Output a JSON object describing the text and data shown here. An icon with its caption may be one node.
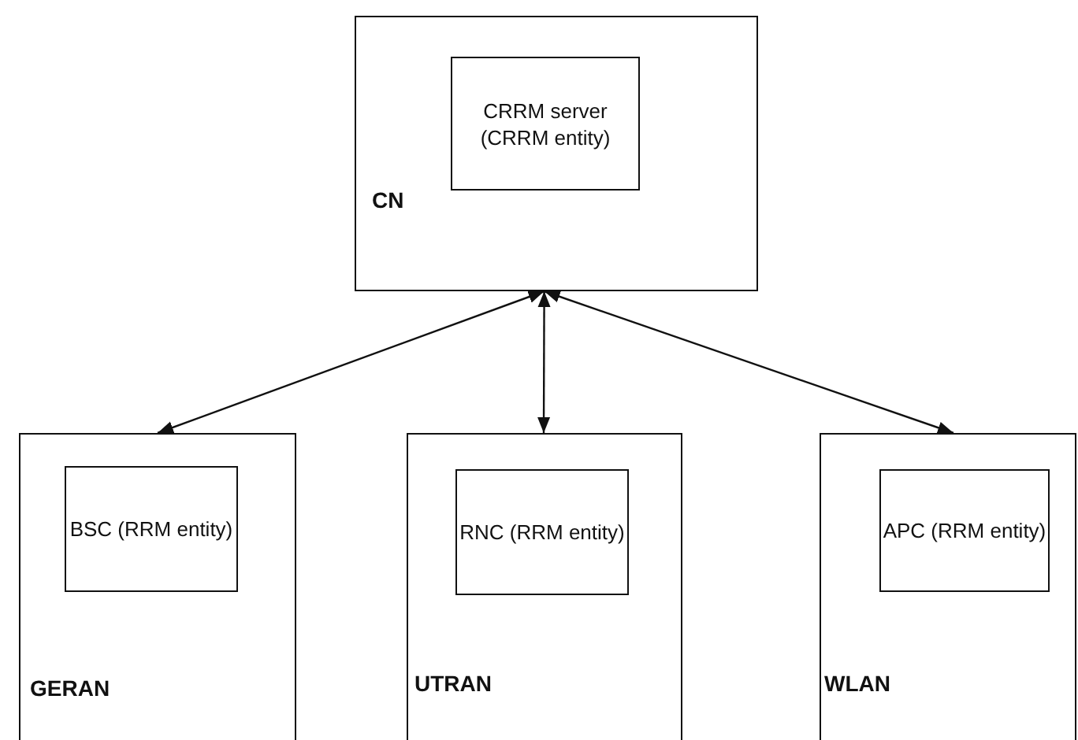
{
  "diagram": {
    "nodes": [
      {
        "text": [
          "CN"
        ]
      },
      {
        "text": [
          "CRRM server (CRRM entity)"
        ],
        "in": 0
      },
      {
        "text": [
          "GERAN"
        ]
      },
      {
        "text": [
          "BSC (RRM entity)"
        ],
        "in": 2
      },
      {
        "text": [
          "UTRAN"
        ]
      },
      {
        "text": [
          "RNC (RRM entity)"
        ],
        "in": 4
      },
      {
        "text": [
          "WLAN"
        ]
      },
      {
        "text": [
          "APC (RRM entity)"
        ],
        "in": 6
      }
    ],
    "edges": [
      {
        "from": 0,
        "to": 2,
        "arrow": "both"
      },
      {
        "from": 0,
        "to": 4,
        "arrow": "both"
      },
      {
        "from": 0,
        "to": 6,
        "arrow": "both"
      }
    ]
  }
}
